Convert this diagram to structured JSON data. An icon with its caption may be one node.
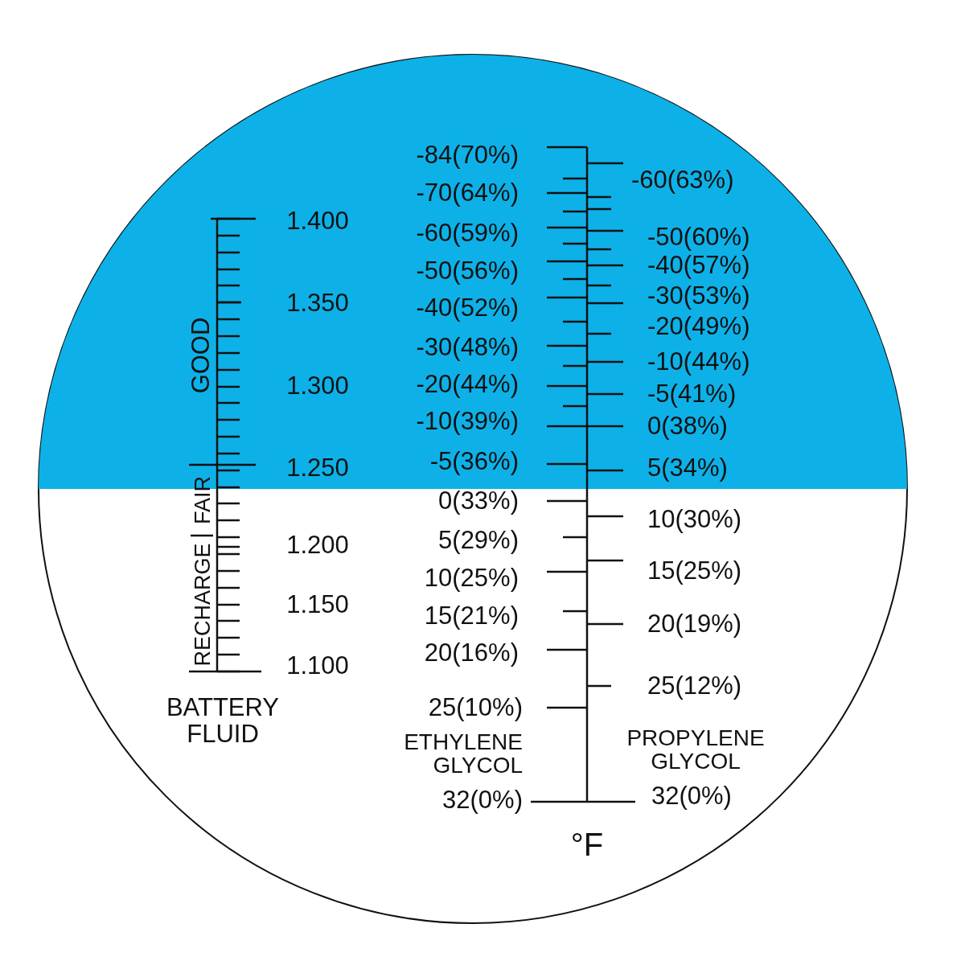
{
  "diagram": {
    "labels": [
      "1.400",
      "1.350",
      "1.300",
      "1.250",
      "1.200",
      "1.150",
      "1.100",
      "GOOD",
      "FAIR",
      "RECHARGE",
      "BATTERY FLUID",
      "-84(70%)",
      "-70(64%)",
      "-60(59%)",
      "-50(56%)",
      "-40(52%)",
      "-30(48%)",
      "-20(44%)",
      "-10(39%)",
      "-5(36%)",
      "0(33%)",
      "5(29%)",
      "10(25%)",
      "15(21%)",
      "20(16%)",
      "25(10%)",
      "ETHYLENE GLYCOL",
      "32(0%)",
      "-60(63%)",
      "-50(60%)",
      "-40(57%)",
      "-30(53%)",
      "-20(49%)",
      "-10(44%)",
      "-5(41%)",
      "0(38%)",
      "5(34%)",
      "10(30%)",
      "15(25%)",
      "20(19%)",
      "25(12%)",
      "PROPYLENE GLYCOL",
      "32(0%)",
      "°F"
    ]
  }
}
